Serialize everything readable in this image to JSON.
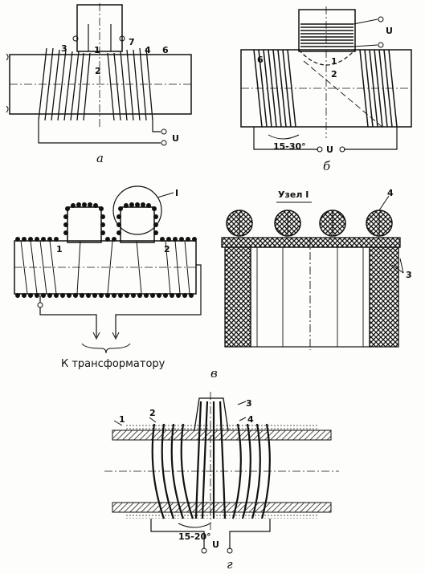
{
  "panel_a": {
    "caption": "а",
    "labels": [
      "3",
      "1",
      "2",
      "7",
      "4",
      "6"
    ],
    "voltage": "U"
  },
  "panel_b": {
    "caption": "б",
    "labels": [
      "6",
      "1",
      "2"
    ],
    "voltage_top": "U",
    "voltage_bottom": "U",
    "angle": "15-30°"
  },
  "panel_v": {
    "caption": "в",
    "labels": [
      "1",
      "2"
    ],
    "node_marker": "I",
    "node_title": "Узел I",
    "node_labels": [
      "4",
      "3"
    ],
    "transformer_text": "К трансформатору"
  },
  "panel_g": {
    "caption": "г",
    "labels": [
      "1",
      "2",
      "3",
      "4"
    ],
    "angle": "15-20°",
    "voltage": "U"
  }
}
